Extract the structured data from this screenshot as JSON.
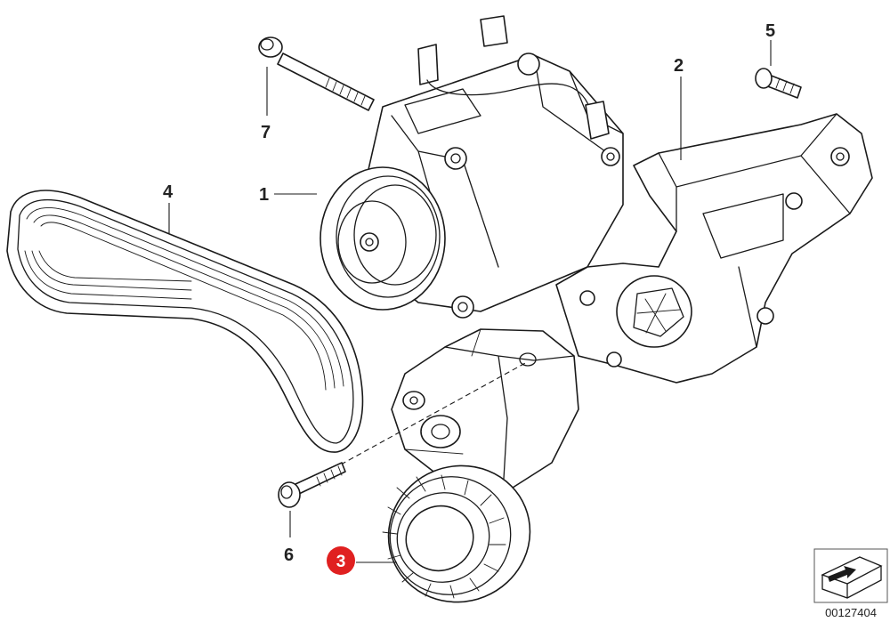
{
  "callouts": [
    {
      "id": "1",
      "label": "1",
      "highlighted": false
    },
    {
      "id": "2",
      "label": "2",
      "highlighted": false
    },
    {
      "id": "3",
      "label": "3",
      "highlighted": true
    },
    {
      "id": "4",
      "label": "4",
      "highlighted": false
    },
    {
      "id": "5",
      "label": "5",
      "highlighted": false
    },
    {
      "id": "6",
      "label": "6",
      "highlighted": false
    },
    {
      "id": "7",
      "label": "7",
      "highlighted": false
    }
  ],
  "reference_number": "00127404",
  "colors": {
    "line": "#1a1a1a",
    "highlight": "#e02020",
    "background": "#ffffff"
  },
  "icons": {
    "orientation_icon": "direction-arrow-icon"
  }
}
